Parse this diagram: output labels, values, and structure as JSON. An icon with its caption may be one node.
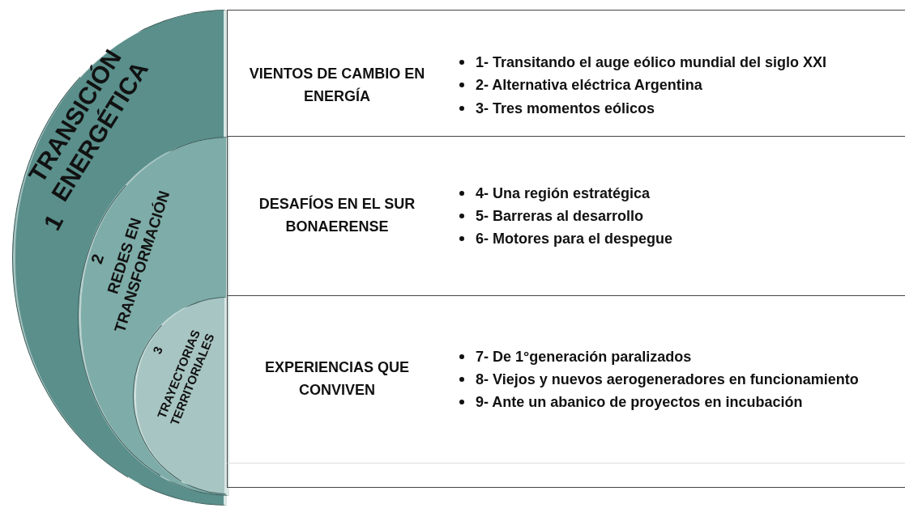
{
  "diagram": {
    "nodes": [
      {
        "text": [
          "1",
          "TRANSICIÓN ENERGÉTICA"
        ]
      },
      {
        "text": [
          "2",
          "REDES EN TRANSFORMACIÓN"
        ],
        "in": 0
      },
      {
        "text": [
          "3",
          "TRAYECTORIAS TERRITORIALES"
        ],
        "in": 1
      },
      {
        "text": [
          "VIENTOS DE CAMBIO EN ENERGÍA",
          "1- Transitando el auge eólico mundial del siglo XXI",
          "2- Alternativa eléctrica Argentina",
          "3- Tres momentos eólicos"
        ]
      },
      {
        "text": [
          "DESAFÍOS EN EL SUR BONAERENSE",
          "4- Una región estratégica",
          "5- Barreras al desarrollo",
          "6- Motores para el despegue"
        ]
      },
      {
        "text": [
          "EXPERIENCIAS QUE CONVIVEN",
          "7- De 1°generación paralizados",
          "8- Viejos y nuevos aerogeneradores en funcionamiento",
          "9- Ante un abanico de proyectos en incubación"
        ]
      },
      {
        "text": [],
        "shape": "box"
      }
    ]
  }
}
